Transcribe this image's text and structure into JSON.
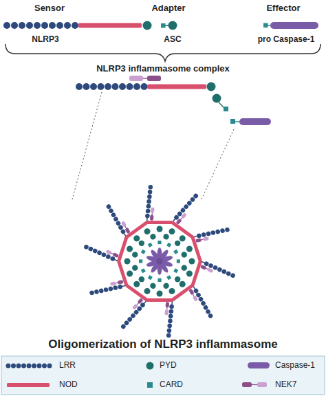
{
  "diagram": {
    "caption": "Oligomerization of NLRP3 inflammasome",
    "labels": [
      "Sensor",
      "Adapter",
      "Effector",
      "NLRP3",
      "ASC",
      "pro Caspase-1",
      "NLRP3 inflammasome complex"
    ],
    "legend": [
      {
        "text": "LRR"
      },
      {
        "text": "PYD"
      },
      {
        "text": "Caspase-1"
      },
      {
        "text": "NOD"
      },
      {
        "text": "CARD"
      },
      {
        "text": "NEK7"
      }
    ]
  }
}
